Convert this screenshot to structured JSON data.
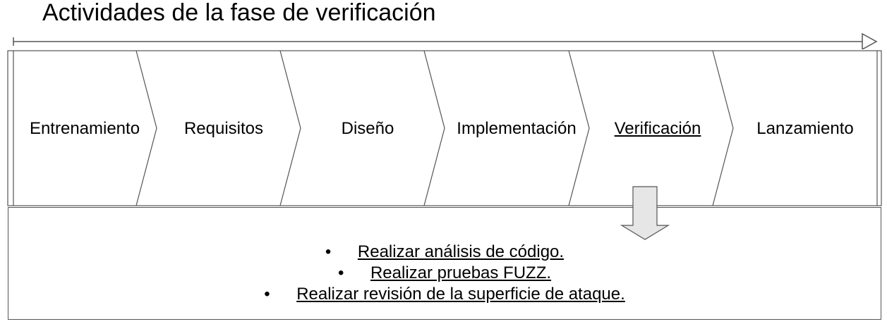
{
  "title": "Actividades de la fase de verificación",
  "phases": [
    {
      "label": "Entrenamiento"
    },
    {
      "label": "Requisitos"
    },
    {
      "label": "Diseño"
    },
    {
      "label": "Implementación"
    },
    {
      "label": "Verificación",
      "active": true
    },
    {
      "label": "Lanzamiento"
    }
  ],
  "activities": [
    "Realizar análisis de código.",
    "Realizar pruebas FUZZ.",
    "Realizar revisión de la superficie de ataque."
  ],
  "bullet": "•",
  "colors": {
    "stroke": "#555555",
    "arrow_fill": "#e6e6e6",
    "background": "#ffffff"
  }
}
